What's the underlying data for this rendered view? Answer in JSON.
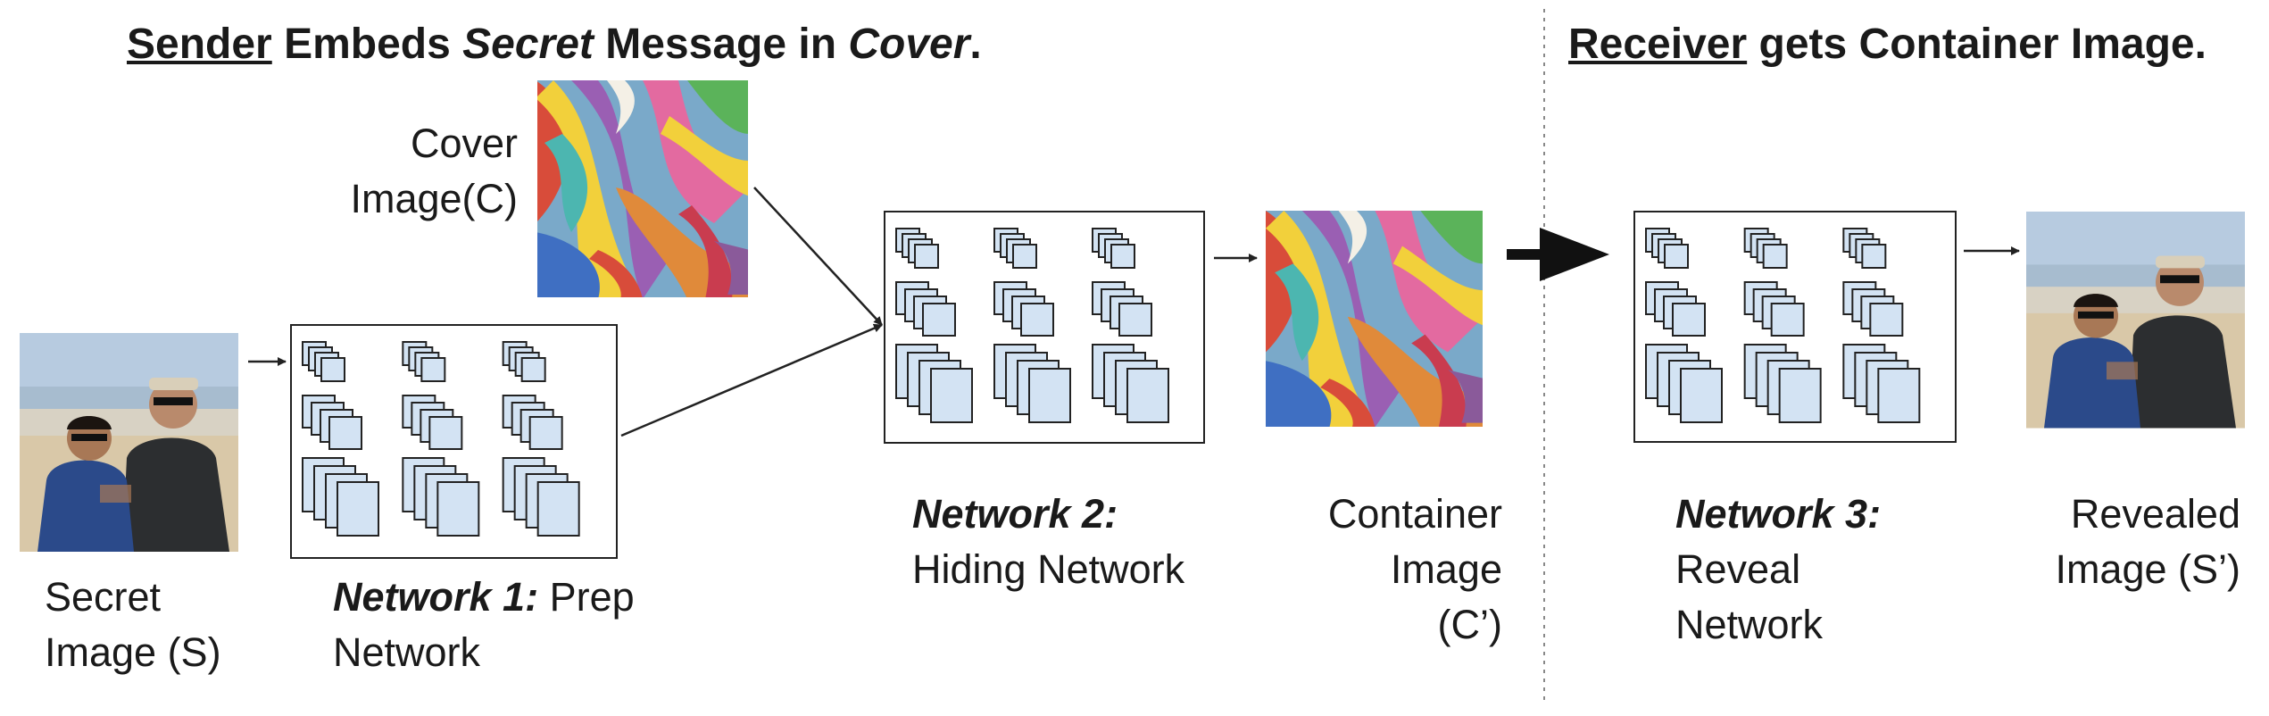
{
  "header": {
    "sender_u": "Sender",
    "sender_rest1": " Embeds ",
    "sender_secret": "Secret",
    "sender_rest2": " Message in ",
    "sender_cover": "Cover",
    "sender_end": ".",
    "receiver_u": "Receiver",
    "receiver_rest": " gets Container Image."
  },
  "labels": {
    "cover_line1": "Cover",
    "cover_line2": "Image(C)",
    "secret_line1": "Secret",
    "secret_line2": "Image (S)",
    "net1_title": "Network 1:",
    "net1_rest": " Prep",
    "net1_line2": "Network",
    "net2_title": "Network 2:",
    "net2_line2": "Hiding Network",
    "container_line1": "Container",
    "container_line2": "Image",
    "container_line3": "(C’)",
    "net3_title": "Network 3:",
    "net3_line2": "Reveal",
    "net3_line3": "Network",
    "revealed_line1": "Revealed",
    "revealed_line2": "Image (S’)"
  },
  "icons": [
    "cover-image-abstract",
    "container-image-abstract",
    "secret-photo",
    "revealed-photo",
    "conv-layer-stack"
  ],
  "colors": {
    "layer_fill": "#d3e3f3",
    "stroke": "#222222",
    "divider": "#888888"
  }
}
